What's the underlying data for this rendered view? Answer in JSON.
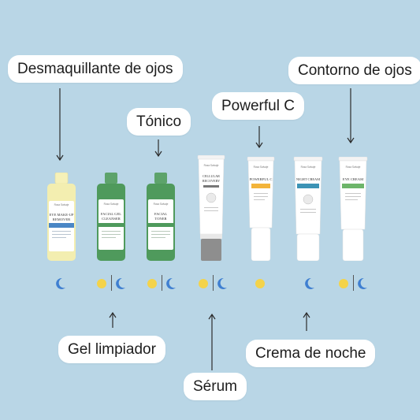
{
  "labels": {
    "desmaquillante": "Desmaquillante de ojos",
    "contorno": "Contorno de ojos",
    "powerful": "Powerful C",
    "tonico": "Tónico",
    "gel": "Gel limpiador",
    "serum": "Sérum",
    "crema_noche": "Crema de noche"
  },
  "products": {
    "makeup_remover": {
      "brand": "Rosa Salvaje",
      "line1": "EYE MAKE-UP",
      "line2": "REMOVER"
    },
    "cleanser": {
      "brand": "Rosa Salvaje",
      "line1": "FACIAL GEL",
      "line2": "CLEANSER"
    },
    "toner": {
      "brand": "Rosa Salvaje",
      "line1": "FACIAL",
      "line2": "TONER"
    },
    "serum": {
      "brand": "Rosa Salvaje",
      "line1": "CELLULAR",
      "line2": "RECOVERY"
    },
    "powerful_c": {
      "brand": "Rosa Salvaje",
      "line1": "POWERFUL C"
    },
    "night_cream": {
      "brand": "Rosa Salvaje",
      "line1": "NIGHT CREAM"
    },
    "eye_cream": {
      "brand": "Rosa Salvaje",
      "line1": "EYE CREAM"
    }
  },
  "colors": {
    "background": "#b9d6e6",
    "sun": "#f4d34a",
    "moon": "#3f7fd1",
    "remover_liquid": "#f3eeb0",
    "remover_band": "#4a86c5",
    "green_bottle": "#4f9a5c",
    "serum_base": "#8e8e8e",
    "powerful_band": "#f3b43a",
    "night_band": "#3c93b5",
    "eye_band": "#6db56a"
  },
  "icons": {
    "sun": "sun-icon",
    "moon": "moon-icon"
  }
}
